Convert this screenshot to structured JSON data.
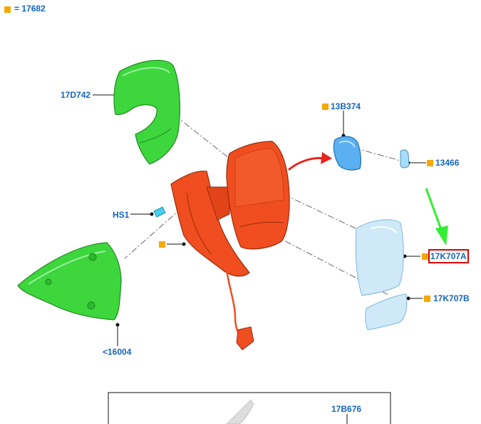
{
  "legend": {
    "symbol_meaning": "= 17682",
    "symbol_color": "#f5a800"
  },
  "parts": {
    "cover_top": "17D742",
    "motor": "13B374",
    "bulb": "13466",
    "screw": "HS1",
    "housing": "",
    "glass_main": "17K707A",
    "glass_lower": "17K707B",
    "cover_base": "<16004",
    "lower_ref": "17B676"
  },
  "colors": {
    "label": "#1565c0",
    "marker": "#f5a800",
    "highlight_box": "#e00000",
    "green_part": "#3dd63d",
    "red_part": "#f04e20",
    "blue_part": "#5ab0f0",
    "glass": "#cfe9f8",
    "arrow_red": "#e8241c",
    "arrow_green": "#33ee33"
  },
  "icons": {
    "marker": "orange-square-marker-icon",
    "pointer_red": "red-curved-arrow-icon",
    "pointer_green": "green-arrow-icon"
  }
}
